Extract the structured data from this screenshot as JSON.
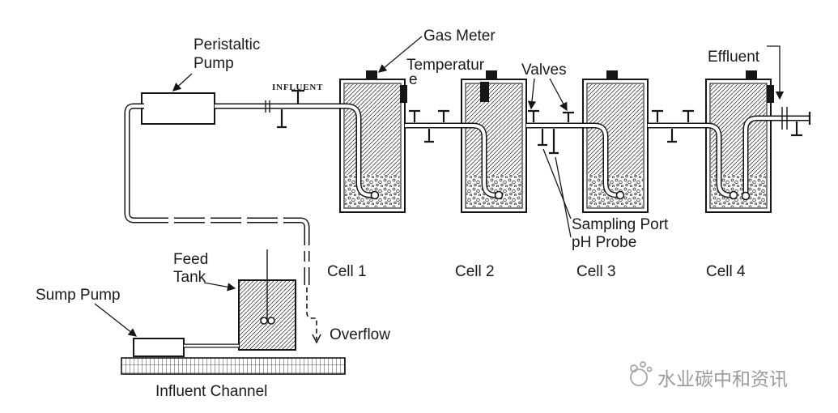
{
  "diagram": {
    "labels": {
      "peristaltic_line1": "Peristaltic",
      "peristaltic_line2": "Pump",
      "influent": "INFLUENT",
      "gas_meter": "Gas Meter",
      "temperature_line1": "Temperatur",
      "temperature_line2": "e",
      "valves": "Valves",
      "effluent": "Effluent",
      "sampling_port": "Sampling Port",
      "ph_probe": "pH Probe",
      "cell_1": "Cell 1",
      "cell_2": "Cell 2",
      "cell_3": "Cell 3",
      "cell_4": "Cell 4",
      "feed_line1": "Feed",
      "feed_line2": "Tank",
      "overflow": "Overflow",
      "sump_pump": "Sump Pump",
      "influent_channel": "Influent Channel"
    },
    "watermark": {
      "text": "水业碳中和资讯",
      "color": "#9b9b9b"
    },
    "colors": {
      "line": "#161616",
      "background": "#ffffff"
    }
  }
}
